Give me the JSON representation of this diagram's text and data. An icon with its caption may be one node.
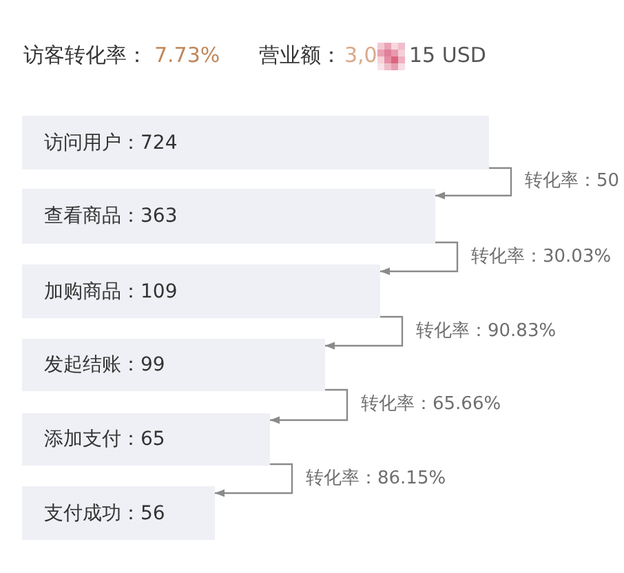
{
  "diagram": {
    "nodes": [
      {
        "text": [
          "访问用户：724"
        ]
      },
      {
        "text": [
          "查看商品：363"
        ]
      },
      {
        "text": [
          "加购商品：109"
        ]
      },
      {
        "text": [
          "发起结账：99"
        ]
      },
      {
        "text": [
          "添加支付：65"
        ]
      },
      {
        "text": [
          "支付成功：56"
        ]
      }
    ],
    "edges": [
      {
        "from": 0,
        "to": 1,
        "arrow": "to",
        "label": "转化率：50"
      },
      {
        "from": 1,
        "to": 2,
        "arrow": "to",
        "label": "转化率：30.03%"
      },
      {
        "from": 2,
        "to": 3,
        "arrow": "to",
        "label": "转化率：90.83%"
      },
      {
        "from": 3,
        "to": 4,
        "arrow": "to",
        "label": "转化率：65.66%"
      },
      {
        "from": 4,
        "to": 5,
        "arrow": "to",
        "label": "转化率：86.15%"
      }
    ],
    "labels": [
      "访客转化率：",
      "7.73%",
      "营业额：",
      "3,0",
      "15 USD"
    ]
  }
}
